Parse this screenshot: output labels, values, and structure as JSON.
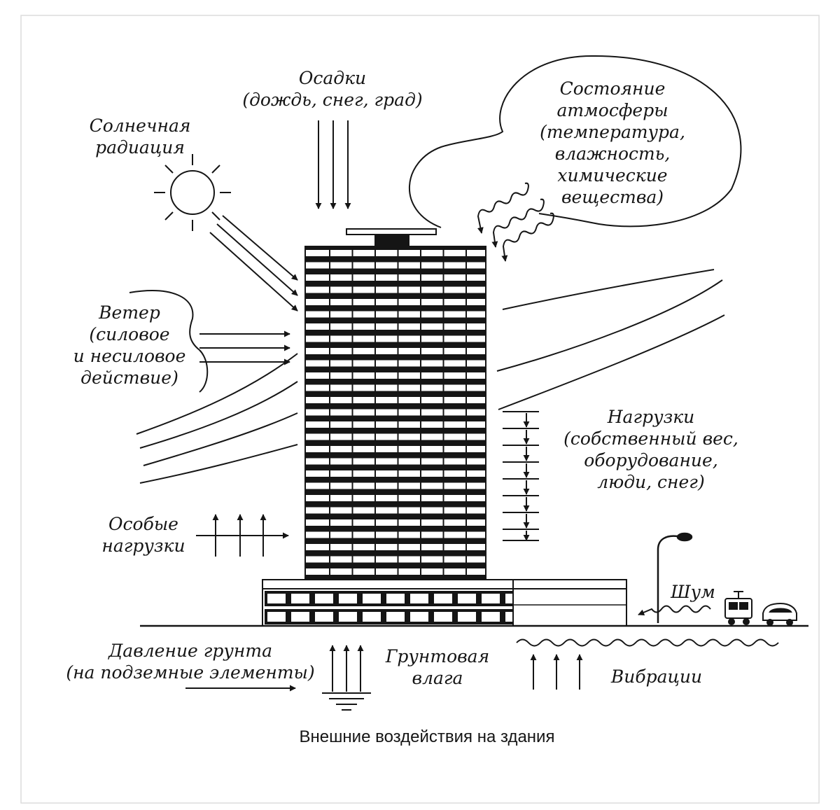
{
  "caption": "Внешние воздействия на здания",
  "labels": {
    "precipitation": [
      "Осадки",
      "(дождь, снег, град)"
    ],
    "solar": [
      "Солнечная",
      "радиация"
    ],
    "atmosphere": [
      "Состояние",
      "атмосферы",
      "(температура,",
      "влажность,",
      "химические",
      "вещества)"
    ],
    "wind": [
      "Ветер",
      "(силовое",
      "и несиловое",
      "действие)"
    ],
    "loads": [
      "Нагрузки",
      "(собственный вес,",
      "оборудование,",
      "люди, снег)"
    ],
    "special_loads": [
      "Особые",
      "нагрузки"
    ],
    "noise": [
      "Шум"
    ],
    "soil_pressure": [
      "Давление грунта",
      "(на подземные элементы)"
    ],
    "groundwater": [
      "Грунтовая",
      "влага"
    ],
    "vibrations": [
      "Вибрации"
    ]
  },
  "colors": {
    "ink": "#151515",
    "paper": "#ffffff"
  },
  "icons": [
    "sun-icon",
    "street-lamp-icon",
    "tram-icon",
    "car-icon",
    "water-level-icon"
  ]
}
